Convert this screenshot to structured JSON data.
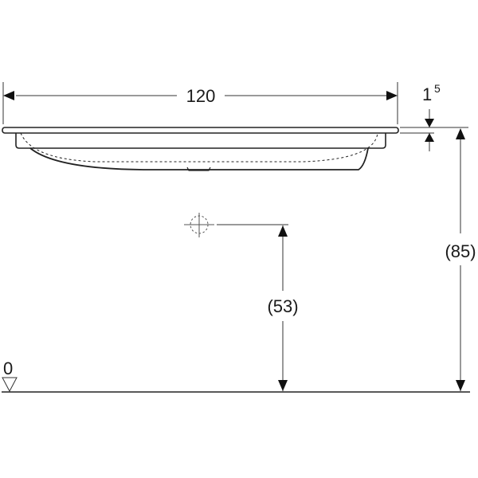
{
  "drawing": {
    "type": "washbasin side elevation with installation dimensions",
    "width_label": "120",
    "rim_thickness_label_main": "1",
    "rim_thickness_label_sup": "5",
    "overall_height_label": "(85)",
    "waste_height_label": "(53)",
    "floor_level_label": "0"
  }
}
